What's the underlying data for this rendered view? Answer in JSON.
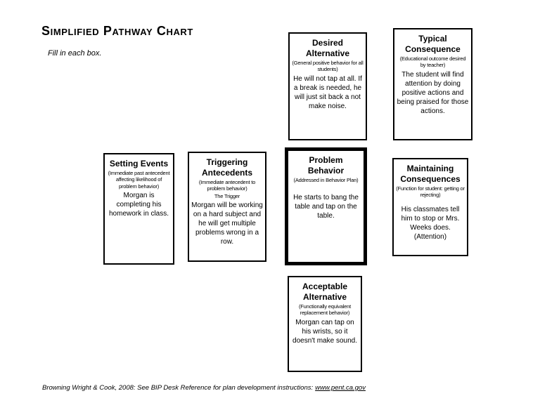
{
  "page": {
    "title": "Simplified Pathway Chart",
    "instruction": "Fill in each box.",
    "footer_text": "Browning Wright & Cook, 2008: See BIP Desk Reference for plan development instructions:",
    "footer_link": "www.pent.ca.gov"
  },
  "boxes": {
    "desired_alternative": {
      "title": "Desired Alternative",
      "subtitle": "(General positive behavior for all students)",
      "body": "He will not tap at all. If a break is needed, he will just sit back a not make noise."
    },
    "typical_consequence": {
      "title": "Typical Consequence",
      "subtitle": "(Educational outcome desired by teacher)",
      "body": "The student will find attention by doing positive actions and being praised for those actions."
    },
    "setting_events": {
      "title": "Setting Events",
      "subtitle": "(Immediate past antecedent affecting likelihood of problem behavior)",
      "body": "Morgan is completing his homework in class."
    },
    "triggering_antecedents": {
      "title": "Triggering Antecedents",
      "subtitle": "(Immediate antecedent to problem behavior)",
      "trigger_label": "The Trigger",
      "body": "Morgan will be working on a hard subject and he will get multiple problems wrong in a row."
    },
    "problem_behavior": {
      "title": "Problem Behavior",
      "subtitle": "(Addressed in Behavior Plan)",
      "body": "He starts to bang the table and tap on the table."
    },
    "maintaining_consequences": {
      "title": "Maintaining Consequences",
      "subtitle": "(Function for student: getting or rejecting)",
      "body": "His classmates tell him to stop or Mrs. Weeks does. (Attention)"
    },
    "acceptable_alternative": {
      "title": "Acceptable Alternative",
      "subtitle": "(Functionally equivalent replacement behavior)",
      "body": "Morgan can tap on his wrists, so it doesn't make sound."
    }
  }
}
